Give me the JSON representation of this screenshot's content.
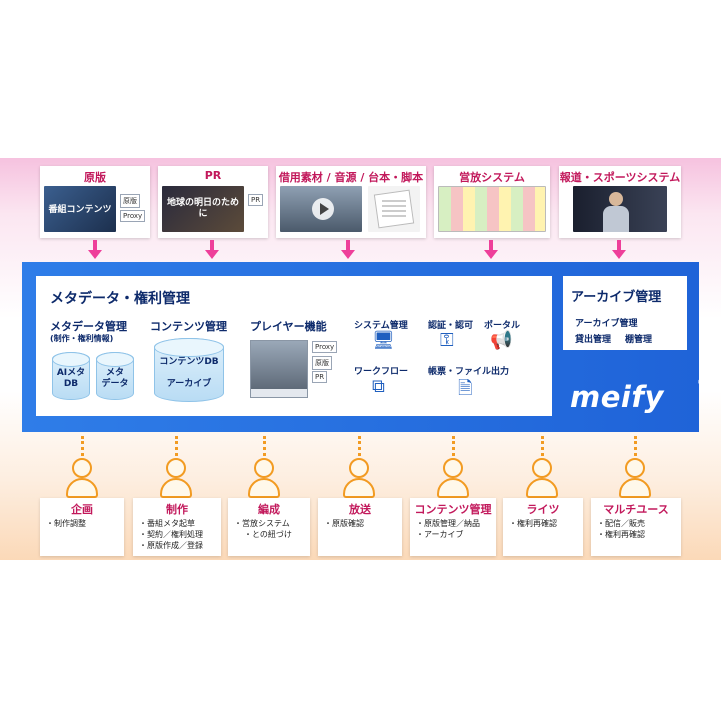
{
  "sources": [
    {
      "title": "原版",
      "thumb_text": "番組コンテンツ",
      "tags": [
        "原版",
        "Proxy"
      ]
    },
    {
      "title": "PR",
      "thumb_text": "地球の明日のために",
      "tags": [
        "PR"
      ]
    },
    {
      "title": "借用素材 / 音源 / 台本・脚本"
    },
    {
      "title": "営放システム"
    },
    {
      "title": "報道・スポーツシステム"
    }
  ],
  "main": {
    "title": "メタデータ・権利管理",
    "metadata": {
      "title": "メタデータ管理",
      "sub": "(制作・権利情報)",
      "db1": "AIメタ\nDB",
      "db2": "メタ\nデータ"
    },
    "contents": {
      "title": "コンテンツ管理",
      "db": "コンテンツDB",
      "archive": "アーカイブ"
    },
    "player": {
      "title": "プレイヤー機能",
      "tags": [
        "Proxy",
        "原版",
        "PR"
      ]
    },
    "system": "システム管理",
    "auth": "認証・認可",
    "portal": "ポータル",
    "workflow": "ワークフロー",
    "report": "帳票・ファイル出力"
  },
  "archive": {
    "title": "アーカイブ管理",
    "line1": "アーカイブ管理",
    "line2a": "貸出管理",
    "line2b": "棚管理"
  },
  "brand": {
    "name": "meify",
    "mark": "®"
  },
  "roles": [
    {
      "title": "企画",
      "items": [
        "制作調整"
      ]
    },
    {
      "title": "制作",
      "items": [
        "番組メタ起草",
        "契約／権利処理",
        "原版作成／登録"
      ]
    },
    {
      "title": "編成",
      "items": [
        "営放システム",
        "との紐づけ"
      ]
    },
    {
      "title": "放送",
      "items": [
        "原版確認"
      ]
    },
    {
      "title": "コンテンツ管理",
      "items": [
        "原版管理／納品",
        "アーカイブ"
      ]
    },
    {
      "title": "ライツ",
      "items": [
        "権利再確認"
      ]
    },
    {
      "title": "マルチユース",
      "items": [
        "配信／販売",
        "権利再確認"
      ]
    }
  ]
}
